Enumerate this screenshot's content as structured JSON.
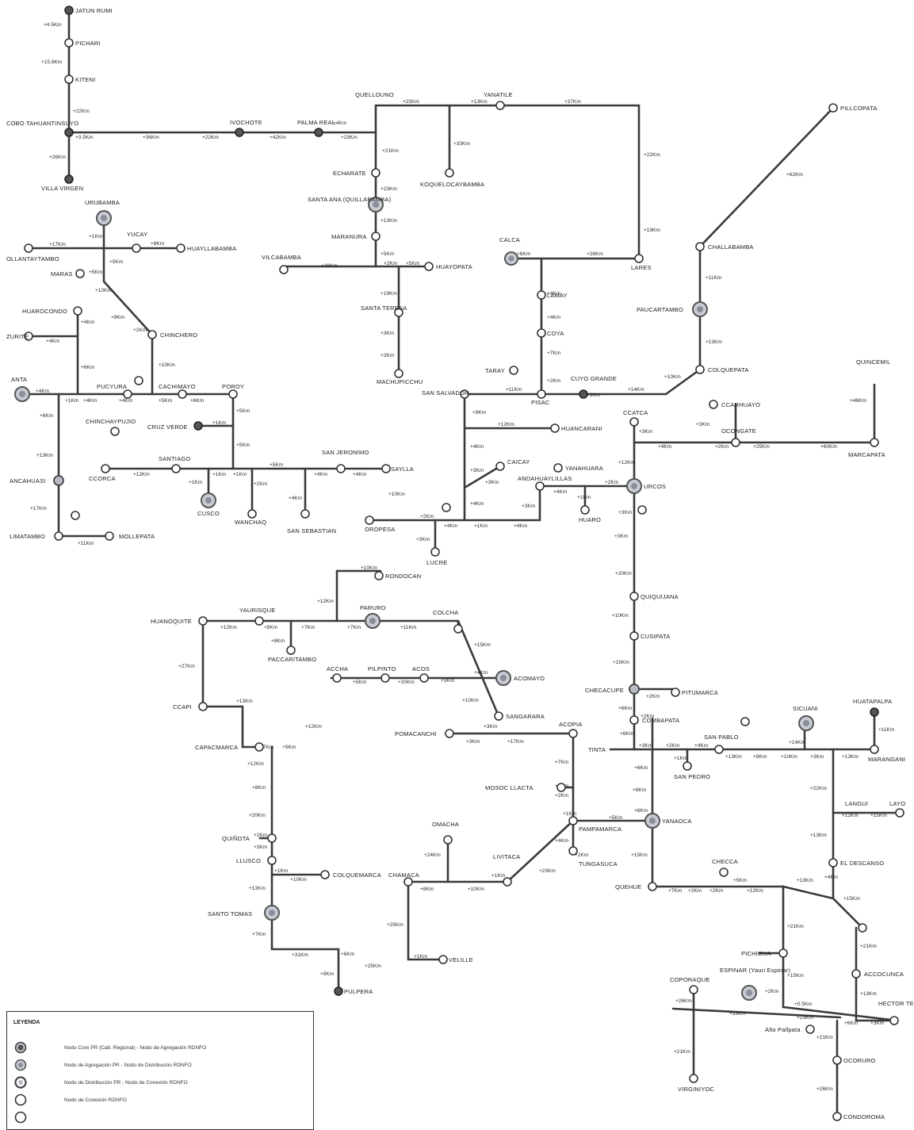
{
  "colors": {
    "edge": "#3a3a3a",
    "core": "#555555",
    "aggregation": "#8a8f9a",
    "distribution": "#b8bcc4",
    "node_fill": "#ffffff"
  },
  "legend": {
    "title": "LEYENDA",
    "items": [
      {
        "type": "core",
        "label": "Nodo Core PR (Cab. Regional) - Nodo de Agregación RDNFO"
      },
      {
        "type": "aggregation",
        "label": "Nodo de Agregación PR - Nodo de Distribución RDNFO"
      },
      {
        "type": "distribution",
        "label": "Nodo de Distribución PR - Nodo de Conexión RDNFO"
      },
      {
        "type": "connection",
        "label": "Nodo de Conexión RDNFO"
      },
      {
        "type": "connection",
        "label": ""
      }
    ]
  },
  "nodes": {
    "n_jatunrumi": "JATUN RUMI",
    "n_pichari": "PICHARI",
    "n_kiteni": "KITENI",
    "n_cobo": "COBO TAHUANTINSUYO",
    "n_villa": "VILLA VIRGEN",
    "n_ivochote": "IVOCHOTE",
    "n_palmareal": "PALMA REAL",
    "n_quellouno": "QUELLOUNO",
    "n_yanatile": "YANATILE",
    "n_pillcopata": "PILLCOPATA",
    "n_echarate": "ECHARATE",
    "n_koquelo": "KOQUELOCAYBAMBA",
    "n_santaana": "SANTA ANA (QUILLABAMBA)",
    "n_maranura": "MARANURA",
    "n_vilcabamba": "VILCABAMBA",
    "n_huayopata": "HUAYOPATA",
    "n_santateresa": "SANTA TERESA",
    "n_machupicchu": "MACHUPICCHU",
    "n_calca": "CALCA",
    "n_lares": "LARES",
    "n_challabamba": "CHALLABAMBA",
    "n_paucartambo": "PAUCARTAMBO",
    "n_colquepata": "COLQUEPATA",
    "n_lamay": "LAMAY",
    "n_coya": "COYA",
    "n_taray": "TARAY",
    "n_pisac": "PISAC",
    "n_cuyo": "CUYO GRANDE",
    "n_urubamba": "URUBAMBA",
    "n_yucay": "YUCAY",
    "n_huayllabamba": "HUAYLLABAMBA",
    "n_ollantaytambo": "OLLANTAYTAMBO",
    "n_maras": "MARAS",
    "n_chinchero": "CHINCHERO",
    "n_huarocondo": "HUAROCONDO",
    "n_zurite": "ZURITE",
    "n_cachimayo": "CACHIMAYO",
    "n_poroy": "POROY",
    "n_pucyura": "PUCYURA",
    "n_anta": "ANTA",
    "n_chinchaypujio": "CHINCHAYPUJIO",
    "n_cruzverde": "CRUZ VERDE",
    "n_sansalvador": "SAN SALVADOR",
    "n_huancarani": "HUANCARANI",
    "n_ccarhuayo": "CCARHUAYO",
    "n_ocongate": "OCONGATE",
    "n_quincemil": "QUINCEMIL",
    "n_marcapata": "MARCAPATA",
    "n_ccatca": "CCATCA",
    "n_santiago": "SANTIAGO",
    "n_ccorca": "CCORCA",
    "n_cusco": "CUSCO",
    "n_wanchaq": "WANCHAQ",
    "n_sansebastian": "SAN SEBASTIAN",
    "n_sanjeronimo": "SAN JERONIMO",
    "n_saylla": "SAYLLA",
    "n_caicay": "CAICAY",
    "n_yanahuara": "YANAHUARA",
    "n_andahuaylillas": "ANDAHUAYLILLAS",
    "n_urcos": "URCOS",
    "n_huaro": "HUARO",
    "n_oropesa": "OROPESA",
    "n_lucre": "LUCRE",
    "n_ancahuasi": "ANCAHUASI",
    "n_limatambo": "LIMATAMBO",
    "n_mollepata": "MOLLEPATA",
    "n_rondocan": "RONDOCAN",
    "n_huanoquite": "HUANOQUITE",
    "n_yaurisque": "YAURISQUE",
    "n_paruro": "PARURO",
    "n_colcha": "COLCHA",
    "n_paccaritambo": "PACCARITAMBO",
    "n_accha": "ACCHA",
    "n_pilpinto": "PILPINTO",
    "n_acos": "ACOS",
    "n_acomayo": "ACOMAYO",
    "n_sangarara": "SANGARARA",
    "n_pomacanchi": "POMACANCHI",
    "n_acopia": "ACOPIA",
    "n_ccapi": "CCAPI",
    "n_capacmarca": "CAPACMARCA",
    "n_mosoc": "MOSOC LLACTA",
    "n_pampamarca": "PAMPAMARCA",
    "n_tungasuca": "TUNGASUCA",
    "n_quinota": "QUIÑOTA",
    "n_llusco": "LLUSCO",
    "n_colquemarca": "COLQUEMARCA",
    "n_chamaca": "CHAMACA",
    "n_livitaca": "LIVITACA",
    "n_omacha": "OMACHA",
    "n_santotomas": "SANTO TOMAS",
    "n_velille": "VELILLE",
    "n_quehue": "QUEHUE",
    "n_yanaoca": "YANAOCA",
    "n_tinta": "TINTA",
    "n_combapata": "COMBAPATA",
    "n_checacupe": "CHECACUPE",
    "n_cusipata": "CUSIPATA",
    "n_quiquijana": "QUIQUIJANA",
    "n_pitumarca": "PITUMARCA",
    "n_sanpablo": "SAN PABLO",
    "n_sanpedro": "SAN PEDRO",
    "n_sicuani": "SICUANI",
    "n_maranganí": "MARANGANI",
    "n_layo": "LAYO",
    "n_langui": "LANGUI",
    "n_eldescanso": "EL DESCANSO",
    "n_checca": "CHECCA",
    "n_pichigua": "PICHIGUA",
    "n_coporaque": "COPORAQUE",
    "n_espinar": "ESPINAR (Yauri Espinar)",
    "n_accocunca": "ACCOCUNCA",
    "n_hector": "HECTOR TEJADA",
    "n_ocoruro": "OCORURO",
    "n_condoroma": "CONDOROMA",
    "n_virginiyoc": "VIRGINIYOC",
    "n_hualpa": "HUATAPALPA",
    "n_pulpera": "PULPERA",
    "n_alto": "Alto Pallpata"
  }
}
